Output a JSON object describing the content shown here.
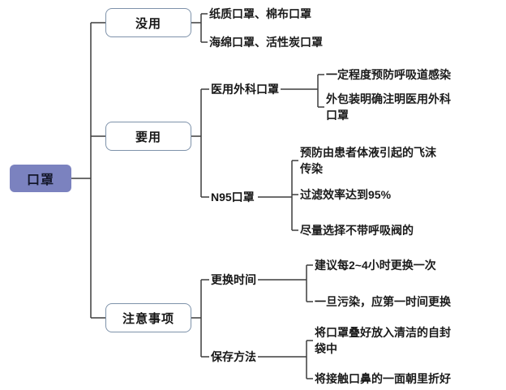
{
  "tree": {
    "root": "口罩",
    "branches": [
      {
        "label": "没用",
        "leaves": [
          "纸质口罩、棉布口罩",
          "海绵口罩、活性炭口罩"
        ]
      },
      {
        "label": "要用",
        "children": [
          {
            "label": "医用外科口罩",
            "leaves": [
              "一定程度预防呼吸道感染",
              "外包装明确注明医用外科口罩"
            ]
          },
          {
            "label": "N95口罩",
            "leaves": [
              "预防由患者体液引起的飞沫传染",
              "过滤效率达到95%",
              "尽量选择不带呼吸阀的"
            ]
          }
        ]
      },
      {
        "label": "注意事项",
        "children": [
          {
            "label": "更换时间",
            "leaves": [
              "建议每2~4小时更换一次",
              "一旦污染，应第一时间更换"
            ]
          },
          {
            "label": "保存方法",
            "leaves": [
              "将口罩叠好放入清洁的自封袋中",
              "将接触口鼻的一面朝里折好"
            ]
          }
        ]
      }
    ]
  },
  "colors": {
    "root_bg": "#7b82bf",
    "root_text": "#14172a",
    "branch_border": "#7e92aa",
    "line": "#3d3d3d"
  }
}
